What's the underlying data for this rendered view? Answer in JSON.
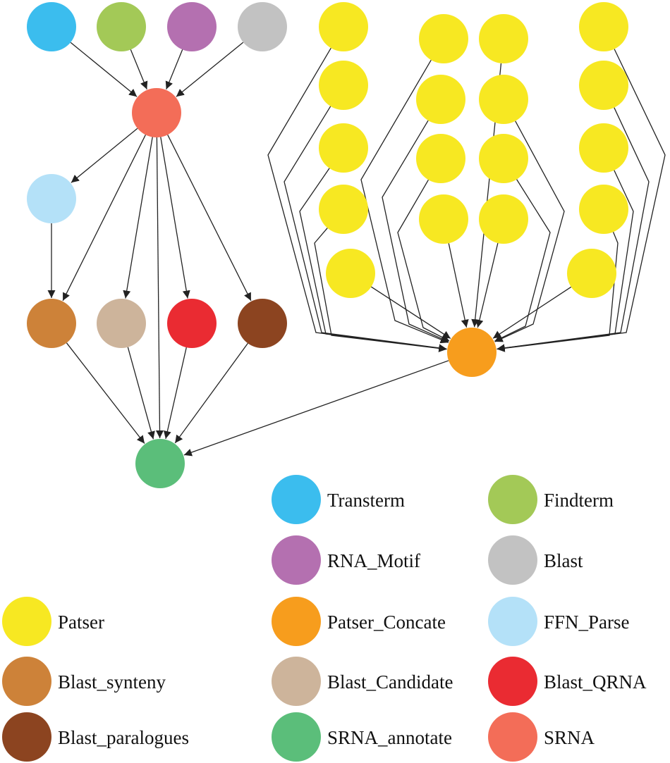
{
  "legend": {
    "Transterm": "Transterm",
    "Findterm": "Findterm",
    "RNA_Motif": "RNA_Motif",
    "Blast": "Blast",
    "Patser": "Patser",
    "Patser_Concate": "Patser_Concate",
    "FFN_Parse": "FFN_Parse",
    "Blast_synteny": "Blast_synteny",
    "Blast_Candidate": "Blast_Candidate",
    "Blast_QRNA": "Blast_QRNA",
    "Blast_paralogues": "Blast_paralogues",
    "SRNA_annotate": "SRNA_annotate",
    "SRNA": "SRNA"
  },
  "colors": {
    "Transterm": "#3bbdee",
    "Findterm": "#a3c957",
    "RNA_Motif": "#b470b0",
    "Blast": "#c2c2c2",
    "Patser": "#f7e822",
    "Patser_Concate": "#f79d1d",
    "FFN_Parse": "#b4e1f8",
    "Blast_synteny": "#cd8239",
    "Blast_Candidate": "#cdb49b",
    "Blast_QRNA": "#ea2b32",
    "Blast_paralogues": "#8c4420",
    "SRNA_annotate": "#5bbe7a",
    "SRNA": "#f36d58",
    "edge": "#222222"
  },
  "workflow": {
    "nodes": [
      {
        "id": "transterm",
        "type": "Transterm"
      },
      {
        "id": "findterm",
        "type": "Findterm"
      },
      {
        "id": "rna-motif",
        "type": "RNA_Motif"
      },
      {
        "id": "blast",
        "type": "Blast"
      },
      {
        "id": "srna",
        "type": "SRNA"
      },
      {
        "id": "ffn-parse",
        "type": "FFN_Parse"
      },
      {
        "id": "blast-synteny",
        "type": "Blast_synteny"
      },
      {
        "id": "blast-candidate",
        "type": "Blast_Candidate"
      },
      {
        "id": "blast-qrna",
        "type": "Blast_QRNA"
      },
      {
        "id": "blast-paralogues",
        "type": "Blast_paralogues"
      },
      {
        "id": "srna-annotate",
        "type": "SRNA_annotate"
      },
      {
        "id": "patser-concate",
        "type": "Patser_Concate"
      },
      {
        "id": "patser-1",
        "type": "Patser"
      },
      {
        "id": "patser-2",
        "type": "Patser"
      },
      {
        "id": "patser-3",
        "type": "Patser"
      },
      {
        "id": "patser-4",
        "type": "Patser"
      },
      {
        "id": "patser-5",
        "type": "Patser"
      },
      {
        "id": "patser-6",
        "type": "Patser"
      },
      {
        "id": "patser-7",
        "type": "Patser"
      },
      {
        "id": "patser-8",
        "type": "Patser"
      },
      {
        "id": "patser-9",
        "type": "Patser"
      },
      {
        "id": "patser-10",
        "type": "Patser"
      },
      {
        "id": "patser-11",
        "type": "Patser"
      },
      {
        "id": "patser-12",
        "type": "Patser"
      },
      {
        "id": "patser-13",
        "type": "Patser"
      },
      {
        "id": "patser-14",
        "type": "Patser"
      },
      {
        "id": "patser-15",
        "type": "Patser"
      },
      {
        "id": "patser-16",
        "type": "Patser"
      },
      {
        "id": "patser-17",
        "type": "Patser"
      },
      {
        "id": "patser-18",
        "type": "Patser"
      }
    ],
    "edges": [
      [
        "transterm",
        "srna"
      ],
      [
        "findterm",
        "srna"
      ],
      [
        "rna-motif",
        "srna"
      ],
      [
        "blast",
        "srna"
      ],
      [
        "srna",
        "ffn-parse"
      ],
      [
        "srna",
        "blast-synteny"
      ],
      [
        "srna",
        "blast-candidate"
      ],
      [
        "srna",
        "srna-annotate"
      ],
      [
        "srna",
        "blast-qrna"
      ],
      [
        "srna",
        "blast-paralogues"
      ],
      [
        "ffn-parse",
        "blast-synteny"
      ],
      [
        "blast-synteny",
        "srna-annotate"
      ],
      [
        "blast-candidate",
        "srna-annotate"
      ],
      [
        "blast-qrna",
        "srna-annotate"
      ],
      [
        "blast-paralogues",
        "srna-annotate"
      ],
      [
        "patser-concate",
        "srna-annotate"
      ],
      [
        "patser-1",
        "patser-concate"
      ],
      [
        "patser-2",
        "patser-concate"
      ],
      [
        "patser-3",
        "patser-concate"
      ],
      [
        "patser-4",
        "patser-concate"
      ],
      [
        "patser-5",
        "patser-concate"
      ],
      [
        "patser-6",
        "patser-concate"
      ],
      [
        "patser-7",
        "patser-concate"
      ],
      [
        "patser-8",
        "patser-concate"
      ],
      [
        "patser-9",
        "patser-concate"
      ],
      [
        "patser-10",
        "patser-concate"
      ],
      [
        "patser-11",
        "patser-concate"
      ],
      [
        "patser-12",
        "patser-concate"
      ],
      [
        "patser-13",
        "patser-concate"
      ],
      [
        "patser-14",
        "patser-concate"
      ],
      [
        "patser-15",
        "patser-concate"
      ],
      [
        "patser-16",
        "patser-concate"
      ],
      [
        "patser-17",
        "patser-concate"
      ],
      [
        "patser-18",
        "patser-concate"
      ]
    ]
  }
}
